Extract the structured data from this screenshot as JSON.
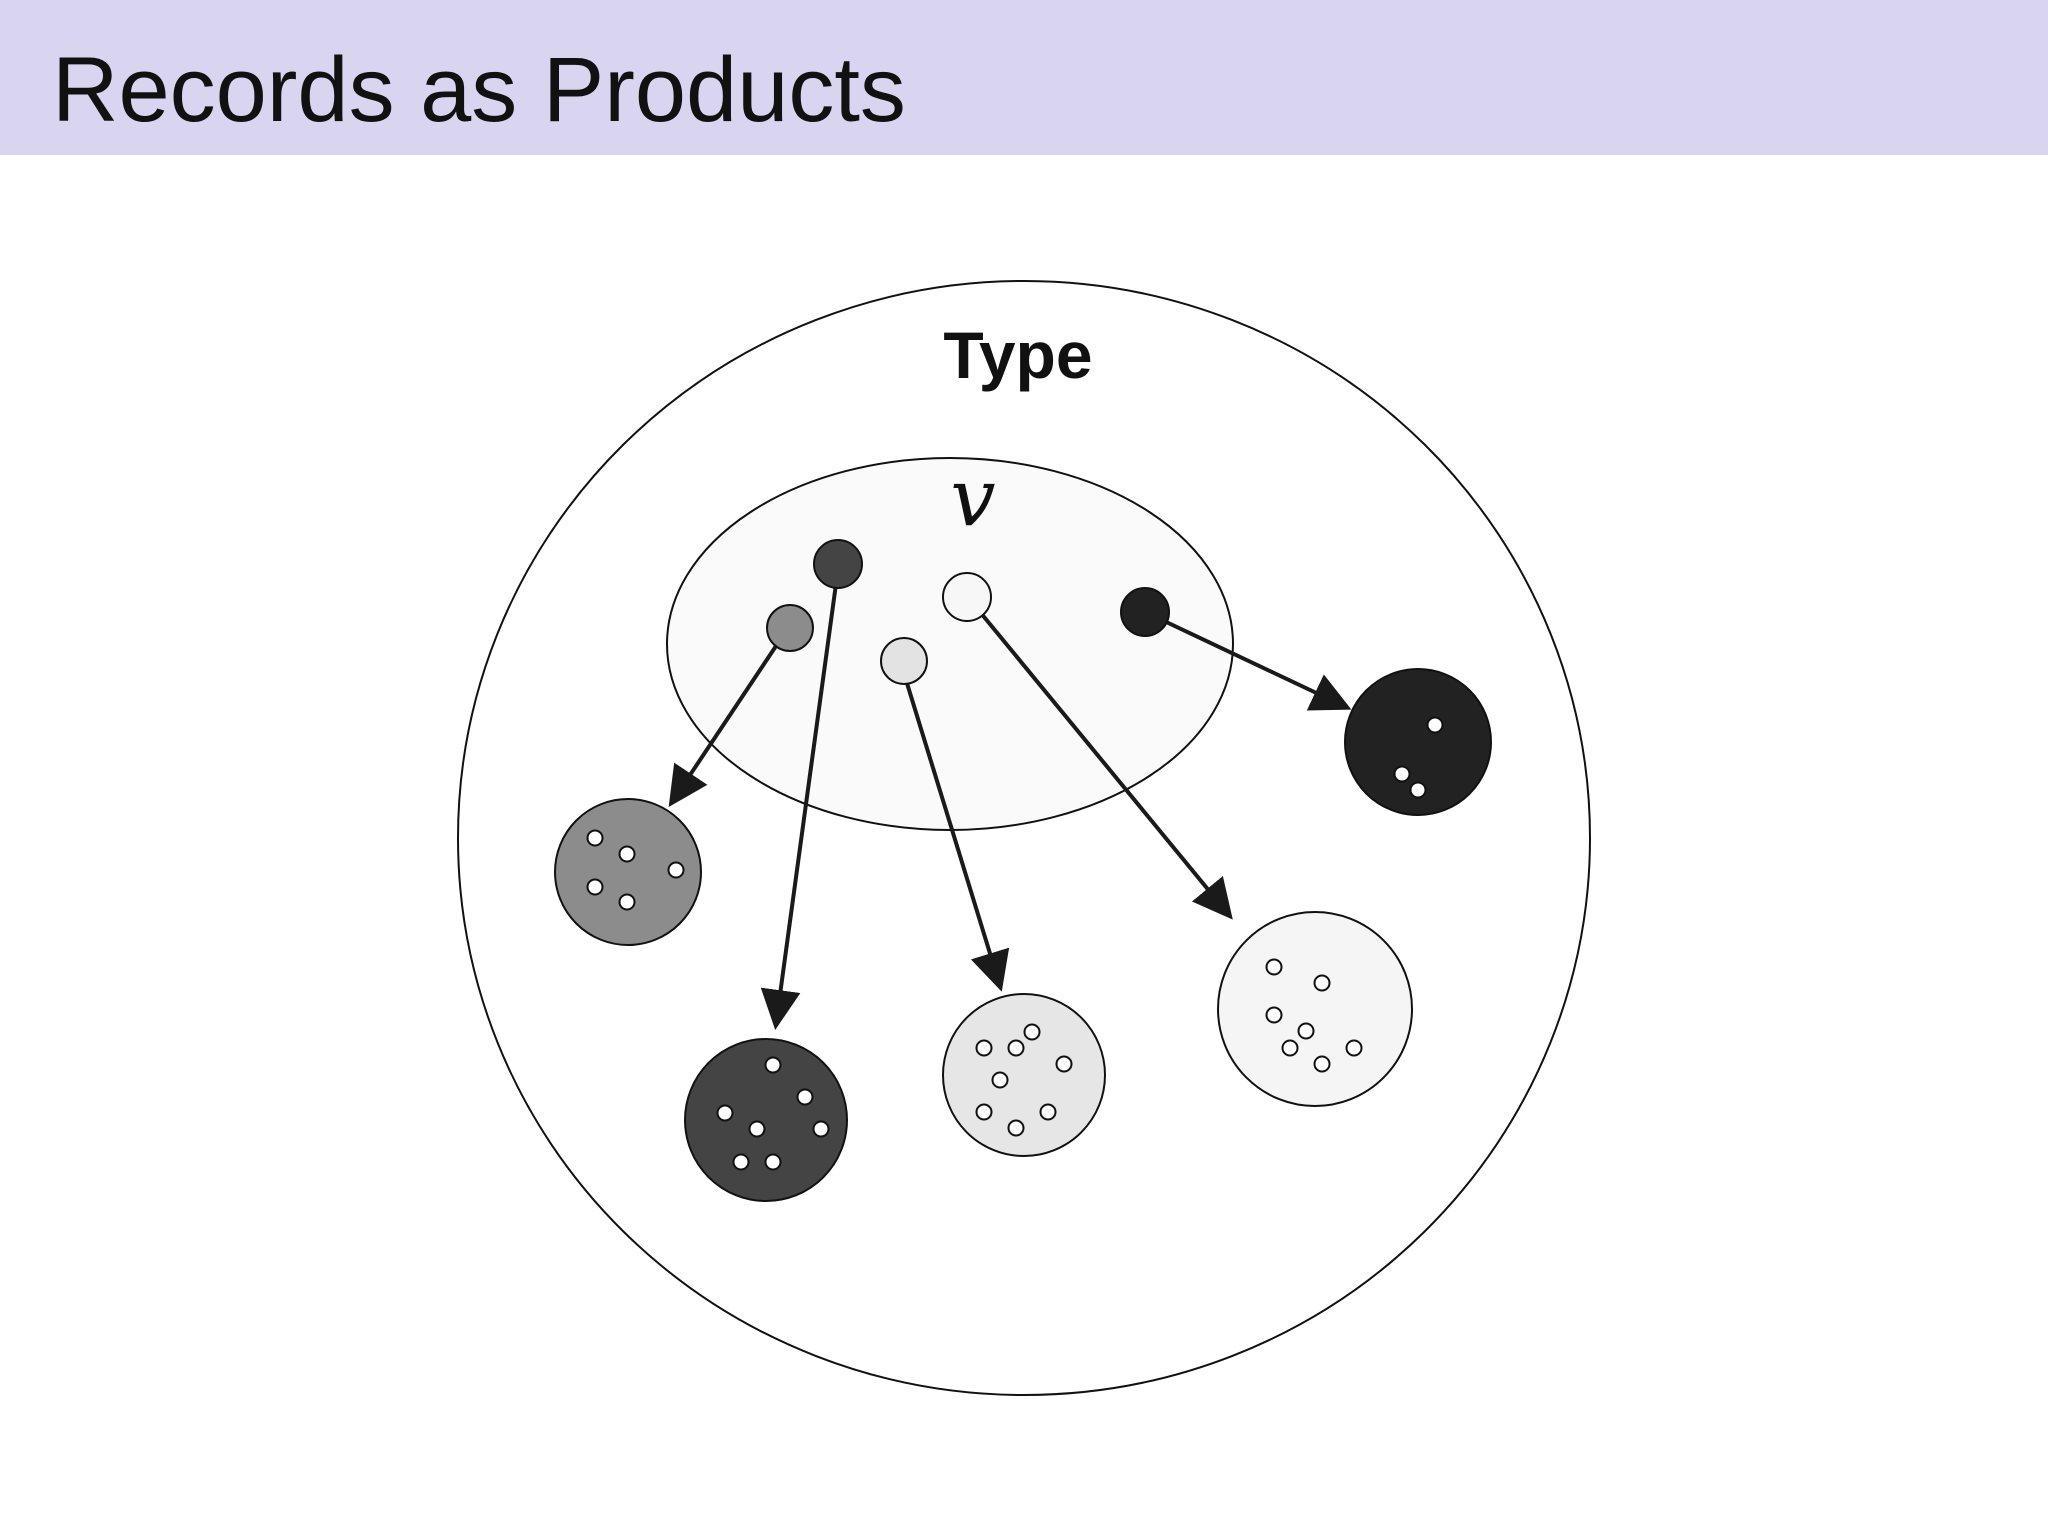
{
  "slide": {
    "title": "Records as Products"
  },
  "diagram": {
    "outer_label": "Type",
    "inner_label": "v",
    "colors": {
      "title_bar": "#d9d5f1",
      "outer_set_fill": "#ffffff",
      "inner_set_fill": "#fafafa",
      "stroke": "#111111",
      "arrow": "#1a1a1a"
    },
    "elements": [
      {
        "name": "medium-gray",
        "fill": "#8c8c8c",
        "target_fill": "#8c8c8c",
        "target_members": 5
      },
      {
        "name": "dark-gray",
        "fill": "#444444",
        "target_fill": "#444444",
        "target_members": 7
      },
      {
        "name": "light-gray",
        "fill": "#e3e3e3",
        "target_fill": "#e6e6e6",
        "target_members": 8
      },
      {
        "name": "white",
        "fill": "#f7f7f7",
        "target_fill": "#f5f5f5",
        "target_members": 7
      },
      {
        "name": "black",
        "fill": "#222222",
        "target_fill": "#222222",
        "target_members": 3
      }
    ]
  }
}
